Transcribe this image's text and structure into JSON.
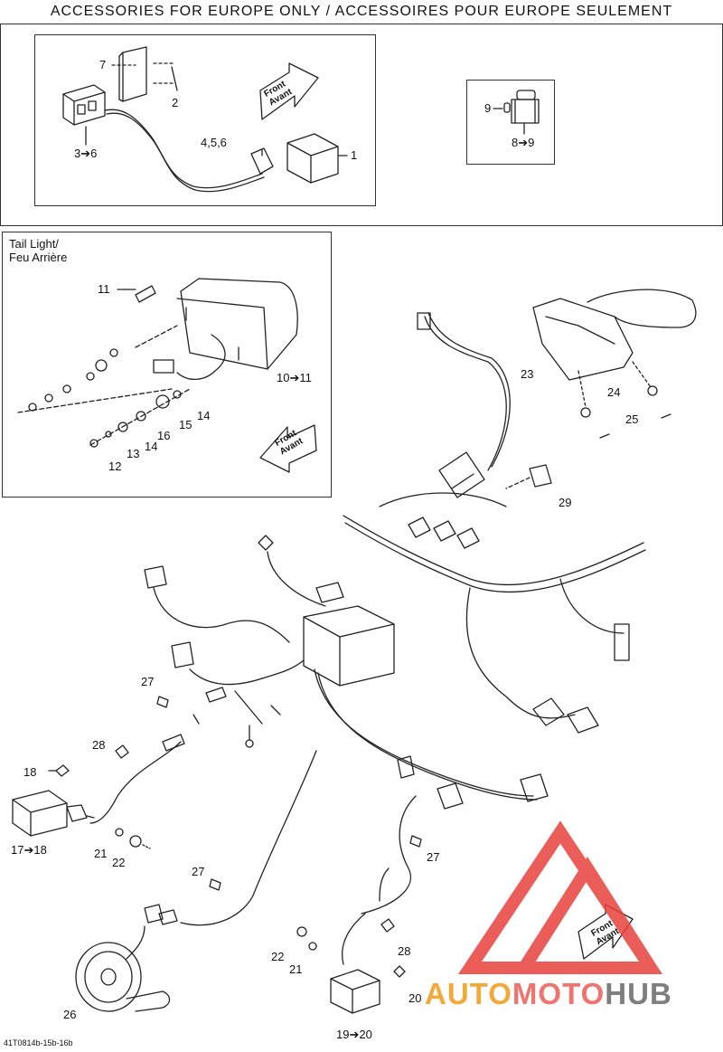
{
  "header": {
    "title": "ACCESSORIES FOR EUROPE ONLY / ACCESSOIRES POUR EUROPE SEULEMENT"
  },
  "tail_light": {
    "title_line1": "Tail Light/",
    "title_line2": "Feu Arrière"
  },
  "front_arrow": {
    "line1": "Front",
    "line2": "Avant"
  },
  "callouts": {
    "c1": "1",
    "c2": "2",
    "c3": "3➔6",
    "c456": "4,5,6",
    "c7": "7",
    "c8": "8➔9",
    "c9": "9",
    "c10": "10➔11",
    "c11": "11",
    "c12": "12",
    "c13": "13",
    "c14a": "14",
    "c14b": "14",
    "c15": "15",
    "c16": "16",
    "c17": "17➔18",
    "c18": "18",
    "c19": "19➔20",
    "c20": "20",
    "c21a": "21",
    "c21b": "21",
    "c22a": "22",
    "c22b": "22",
    "c23": "23",
    "c24": "24",
    "c25": "25",
    "c26": "26",
    "c27a": "27",
    "c27b": "27",
    "c27c": "27",
    "c28a": "28",
    "c28b": "28",
    "c29": "29"
  },
  "footer": {
    "code": "41T0814b-15b-16b"
  },
  "watermark": {
    "part1": "AUTO",
    "part2": "MOTO",
    "part3": "HUB"
  },
  "colors": {
    "line": "#222222",
    "logo_red": "#e8413c",
    "logo_orange": "#f3a83a",
    "logo_gray": "#7e7e7e"
  }
}
